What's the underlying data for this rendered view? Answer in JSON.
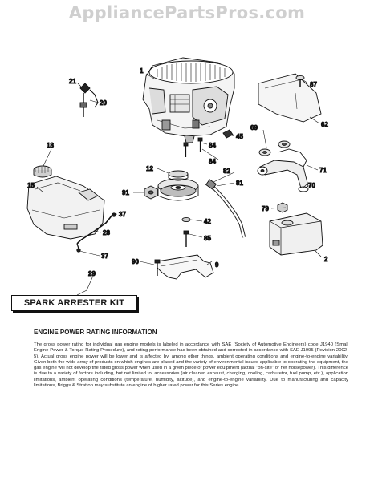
{
  "watermark": "AppliancePartsPros.com",
  "callouts": {
    "p1": "1",
    "p2": "2",
    "p9": "9",
    "p12": "12",
    "p15": "15",
    "p18": "18",
    "p20": "20",
    "p21": "21",
    "p28": "28",
    "p29": "29",
    "p37a": "37",
    "p37b": "37",
    "p42": "42",
    "p45": "45",
    "p62": "62",
    "p69": "69",
    "p70": "70",
    "p71": "71",
    "p79": "79",
    "p81": "81",
    "p82": "82",
    "p84a": "84",
    "p84b": "84",
    "p85": "85",
    "p87": "87",
    "p90": "90",
    "p91": "91"
  },
  "kit_label": "SPARK ARRESTER KIT",
  "info": {
    "title": "ENGINE POWER RATING INFORMATION",
    "body": "The gross power rating for individual gas engine models is labeled in accordance with SAE (Society of Automotive Engineers) code J1940 (Small Engine Power & Torque Rating Procedure), and rating performance has been obtained and corrected in accordance with SAE J1995 (Revision 2002-5). Actual gross engine power will be lower and is affected by, among other things, ambient operating conditions and engine-to-engine variability. Given both the wide array of products on which engines are placed and the variety of environmental issues applicable to operating the equipment, the gas engine will not develop the rated gross power when used in a given piece of power equipment (actual \"on-site\" or net horsepower). This difference is due to a variety of factors including, but not limited to, accessories (air cleaner, exhaust, charging, cooling, carburetor, fuel pump, etc.), application limitations, ambient operating conditions (temperature, humidity, altitude), and engine-to-engine variability. Due to manufacturing and capacity limitations, Briggs & Stratton may substitute an engine of higher rated power for this Series engine."
  }
}
